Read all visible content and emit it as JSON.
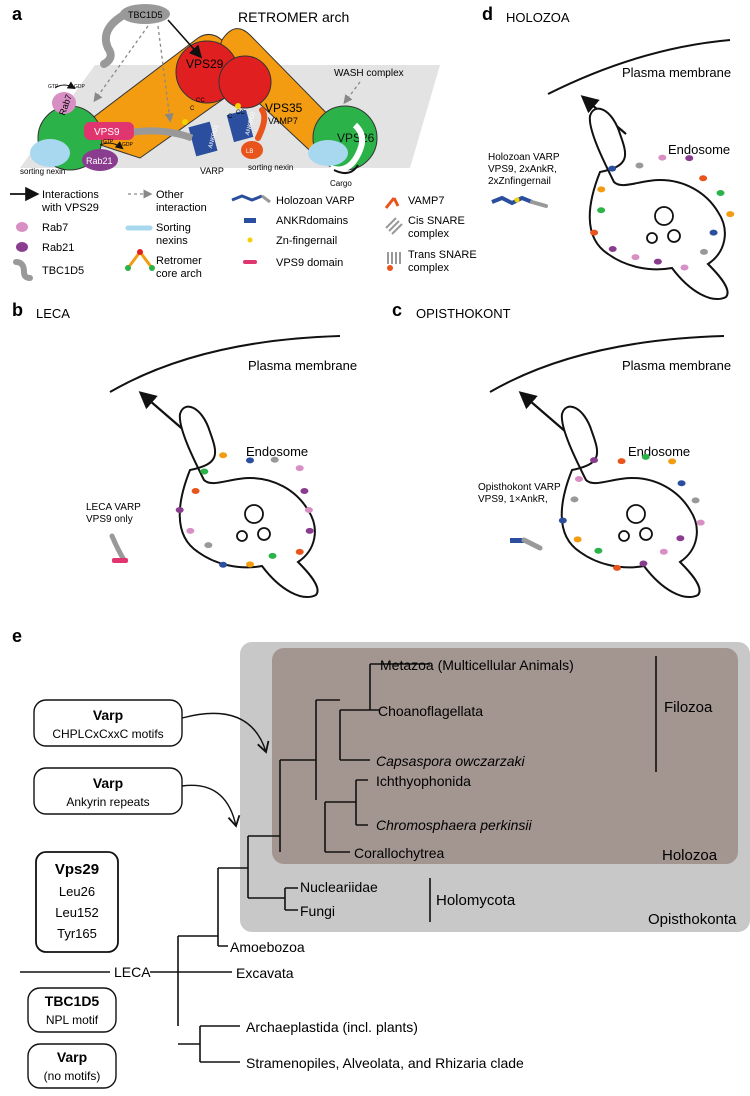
{
  "panel_a": {
    "letter": "a",
    "title": "RETROMER arch",
    "labels": {
      "tbc1d5": "TBC1D5",
      "rab7": "Rab7",
      "rab21": "Rab21",
      "vps9": "VPS9",
      "vps29": "VPS29",
      "vps35": "VPS35",
      "vps26": "VPS26",
      "ankrd1": "ANKRD1",
      "ankrd2": "ANKRD2",
      "vamp7": "VAMP7",
      "varp": "VARP",
      "wash": "WASH complex",
      "sorting_nexin_left": "sorting nexin",
      "sorting_nexin_right": "sorting nexin",
      "cargo": "Cargo",
      "gtp": "GTP",
      "gdp": "GDP",
      "cc": "CC",
      "c": "C",
      "lb": "LB"
    }
  },
  "legend": {
    "col1": [
      "Interactions",
      "with VPS29",
      "Rab7",
      "Rab21",
      "TBC1D5"
    ],
    "col2": [
      "Other",
      "interaction",
      "Sorting",
      "nexins",
      "Retromer",
      "core arch"
    ],
    "col3": [
      "Holozoan VARP",
      "ANKRdomains",
      "Zn-fingernail",
      "VPS9 domain"
    ],
    "col4": [
      "VAMP7",
      "Cis SNARE",
      "complex",
      "Trans SNARE",
      "complex"
    ]
  },
  "panel_b": {
    "letter": "b",
    "title": "LECA",
    "membrane": "Plasma membrane",
    "endosome": "Endosome",
    "varp_line1": "LECA VARP",
    "varp_line2": "VPS9 only"
  },
  "panel_c": {
    "letter": "c",
    "title": "OPISTHOKONT",
    "membrane": "Plasma membrane",
    "endosome": "Endosome",
    "varp_line1": "Opisthokont VARP",
    "varp_line2": "VPS9, 1×AnkR,"
  },
  "panel_d": {
    "letter": "d",
    "title": "HOLOZOA",
    "membrane": "Plasma membrane",
    "endosome": "Endosome",
    "varp_line1": "Holozoan VARP",
    "varp_line2": "VPS9, 2xAnkR,",
    "varp_line3": "2xZnfingernail"
  },
  "panel_e": {
    "letter": "e",
    "taxa": {
      "metazoa": "Metazoa (Multicellular Animals)",
      "choano": "Choanoflagellata",
      "capsaspora": "Capsaspora owczarzaki",
      "ichthyo": "Ichthyophonida",
      "chromo": "Chromosphaera perkinsii",
      "corallo": "Corallochytrea",
      "nucle": "Nucleariidae",
      "fungi": "Fungi",
      "amoebozoa": "Amoebozoa",
      "excavata": "Excavata",
      "archae": "Archaeplastida (incl. plants)",
      "sar": "Stramenopiles, Alveolata, and Rhizaria clade"
    },
    "clades": {
      "filozoa": "Filozoa",
      "holozoa": "Holozoa",
      "holomycota": "Holomycota",
      "opisthokonta": "Opisthokonta",
      "leca": "LECA"
    },
    "boxes": {
      "varp_motifs_title": "Varp",
      "varp_motifs_sub": "CHPLCxCxxC motifs",
      "varp_ank_title": "Varp",
      "varp_ank_sub": "Ankyrin repeats",
      "vps29_title": "Vps29",
      "vps29_lines": [
        "Leu26",
        "Leu152",
        "Tyr165"
      ],
      "tbc_title": "TBC1D5",
      "tbc_sub": "NPL motif",
      "varp_none_title": "Varp",
      "varp_none_sub": "(no motifs)"
    }
  }
}
